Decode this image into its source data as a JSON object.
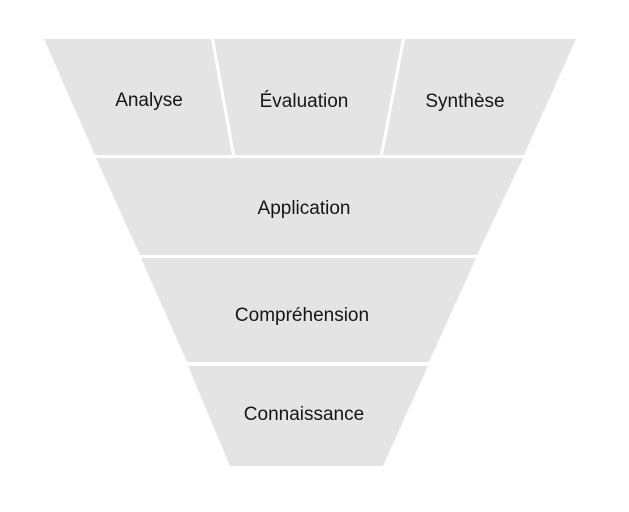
{
  "diagram": {
    "type": "inverted-pyramid",
    "colors": {
      "fill": "#e4e4e4",
      "text": "#151515",
      "background": "#ffffff"
    },
    "top_row": [
      {
        "label": "Analyse"
      },
      {
        "label": "Évaluation"
      },
      {
        "label": "Synthèse"
      }
    ],
    "levels": [
      {
        "label": "Application"
      },
      {
        "label": "Compréhension"
      },
      {
        "label": "Connaissance"
      }
    ]
  }
}
